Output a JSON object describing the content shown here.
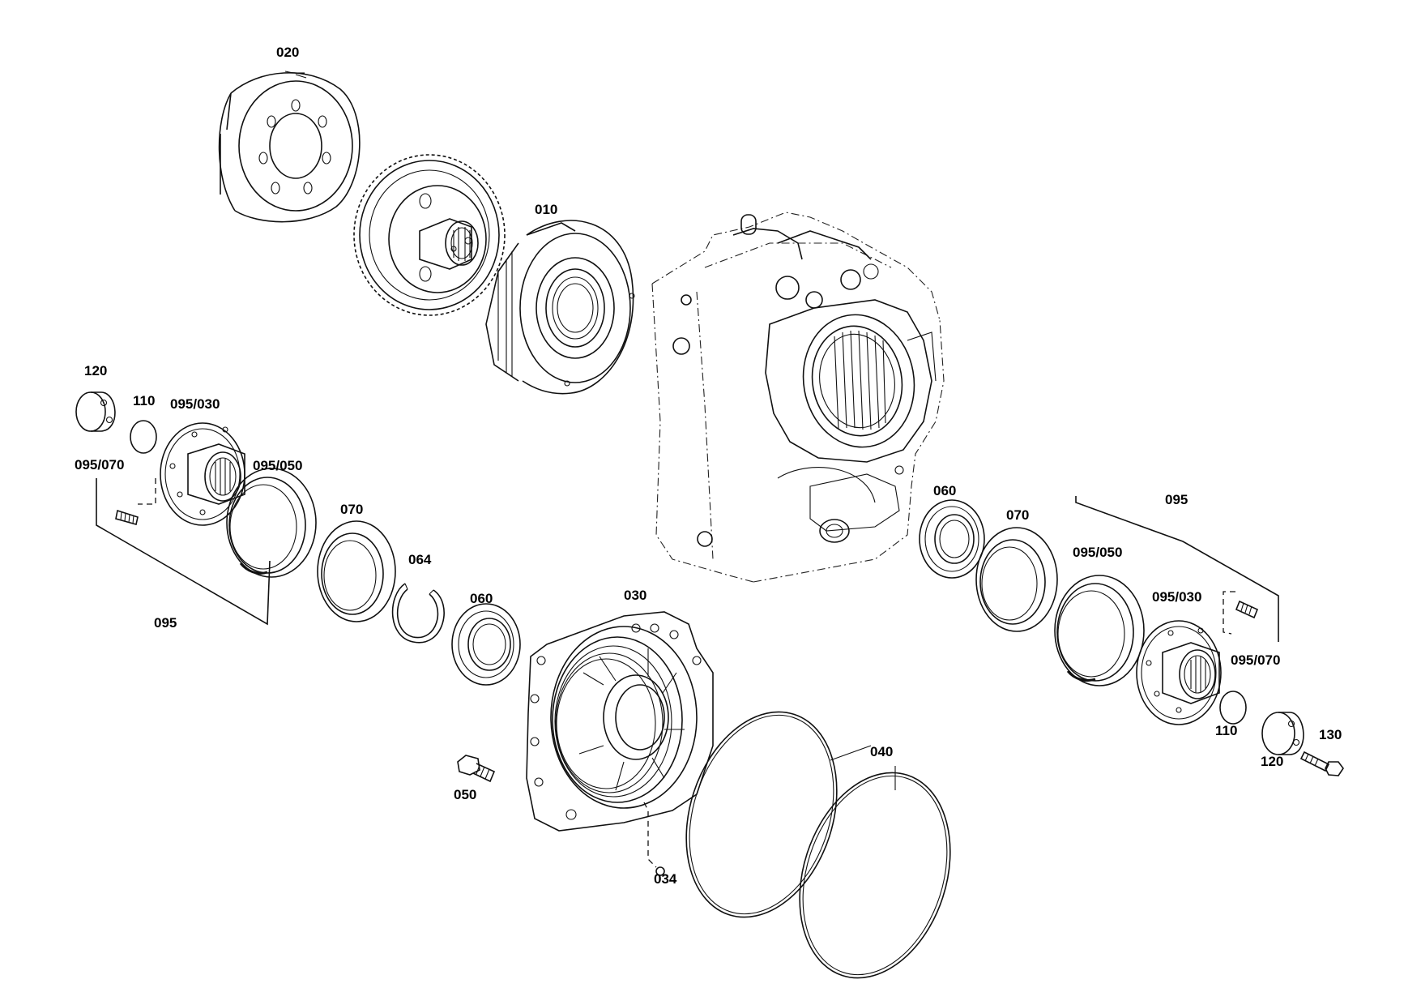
{
  "labels": {
    "p020": "020",
    "p010": "010",
    "p120_left": "120",
    "p110_left": "110",
    "p095_030_left": "095/030",
    "p095_070_left": "095/070",
    "p095_050_left": "095/050",
    "p070_left": "070",
    "p064": "064",
    "p060_left": "060",
    "p095_left": "095",
    "p030": "030",
    "p050": "050",
    "p034": "034",
    "p040": "040",
    "p060_right": "060",
    "p070_right": "070",
    "p095_right": "095",
    "p095_050_right": "095/050",
    "p095_030_right": "095/030",
    "p095_070_right": "095/070",
    "p110_right": "110",
    "p120_right": "120",
    "p130": "130"
  }
}
